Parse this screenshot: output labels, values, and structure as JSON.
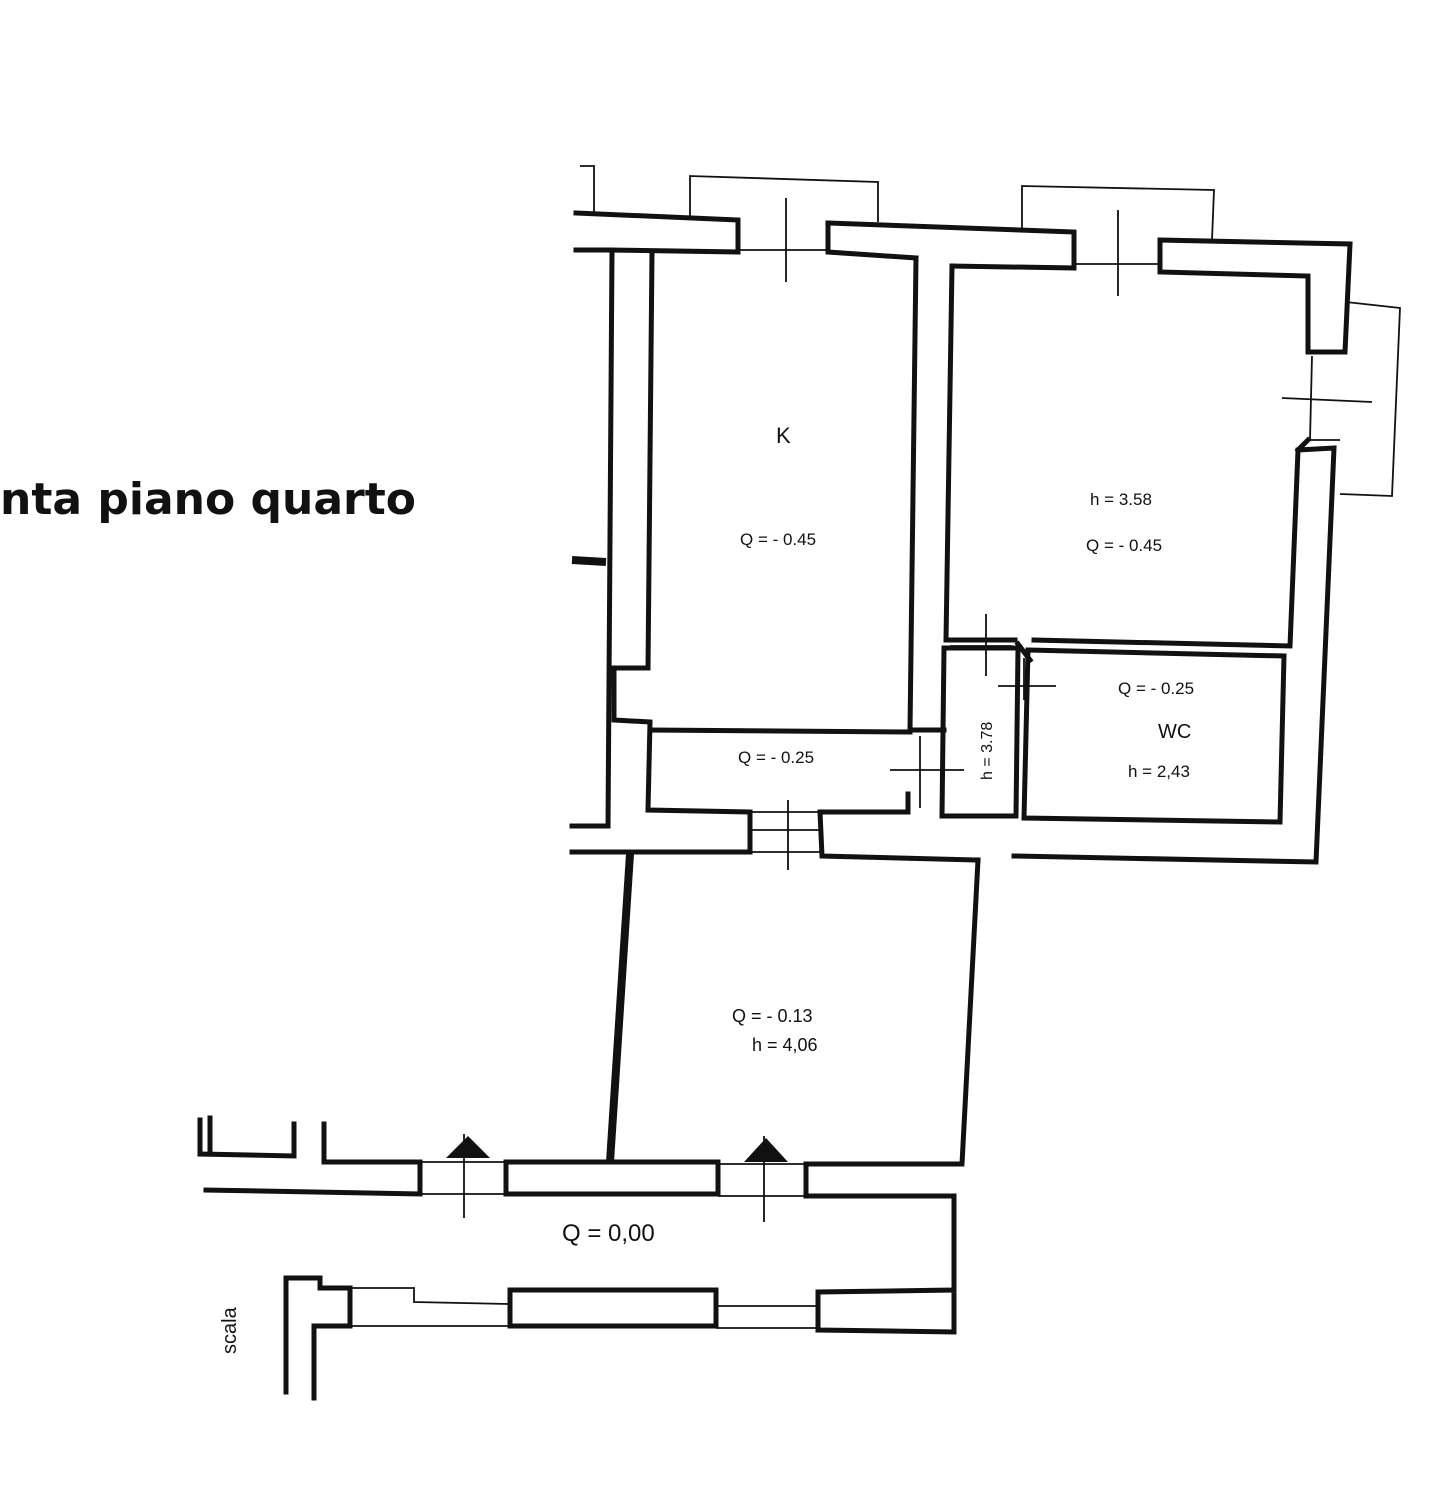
{
  "title": "nta piano quarto",
  "rooms": {
    "kitchen": {
      "name": "K",
      "level": "Q = - 0.45"
    },
    "room": {
      "height": "h = 3.58",
      "level": "Q = - 0.45"
    },
    "corridor": {
      "level": "Q = - 0.25"
    },
    "closet": {
      "height": "h = 3.78"
    },
    "wc": {
      "level": "Q = - 0.25",
      "name": "WC",
      "height": "h = 2,43"
    },
    "lower_room": {
      "level": "Q = - 0.13",
      "height": "h = 4,06"
    },
    "landing": {
      "level": "Q = 0,00"
    }
  },
  "stair": {
    "label": "scala"
  }
}
